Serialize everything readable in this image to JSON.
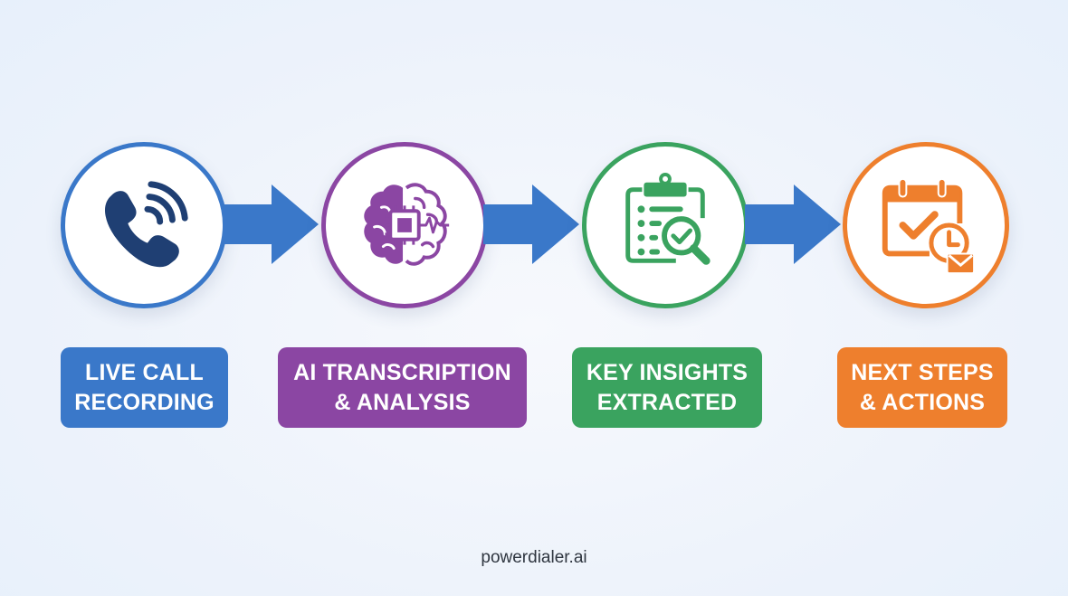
{
  "steps": [
    {
      "icon": "phone-ringing-icon",
      "color": "#3a78c9",
      "icon_color": "#1f3f73",
      "label_line1": "LIVE CALL",
      "label_line2": "RECORDING"
    },
    {
      "icon": "brain-chip-icon",
      "color": "#8b46a3",
      "icon_color": "#8b46a3",
      "label_line1": "AI TRANSCRIPTION",
      "label_line2": "& ANALYSIS"
    },
    {
      "icon": "clipboard-magnifier-check-icon",
      "color": "#3aa35f",
      "icon_color": "#3aa35f",
      "label_line1": "KEY INSIGHTS",
      "label_line2": "EXTRACTED"
    },
    {
      "icon": "calendar-clock-mail-icon",
      "color": "#ee7f2d",
      "icon_color": "#ee7f2d",
      "label_line1": "NEXT STEPS",
      "label_line2": "& ACTIONS"
    }
  ],
  "arrow_color": "#3a78c9",
  "footer": {
    "brand": "powerdialer.ai"
  }
}
